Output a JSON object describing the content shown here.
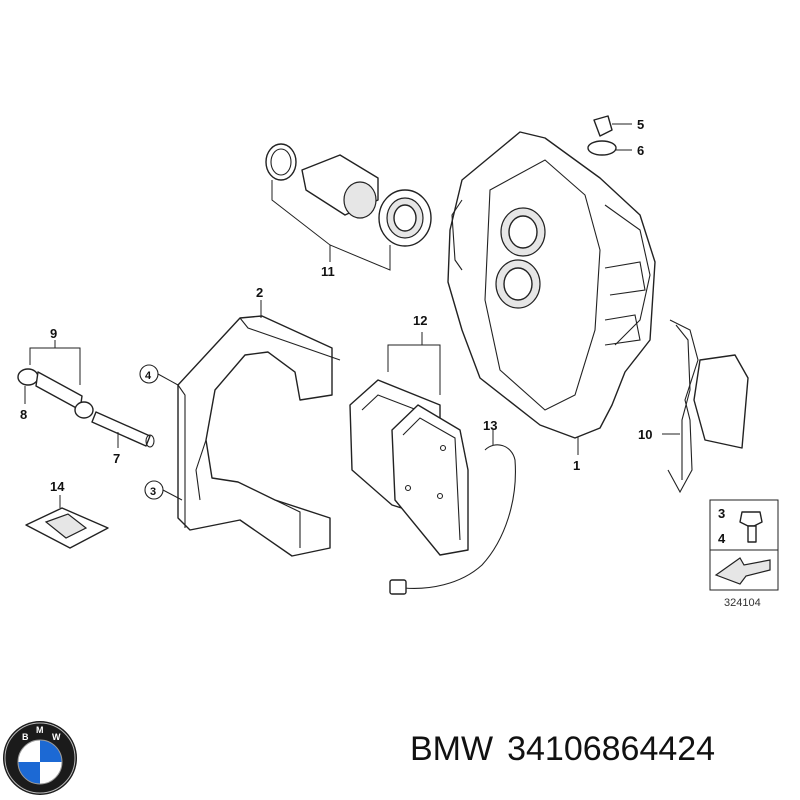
{
  "callouts": {
    "c1": "1",
    "c2": "2",
    "c3": "3",
    "c4": "4",
    "c5": "5",
    "c6": "6",
    "c7": "7",
    "c8": "8",
    "c9": "9",
    "c10": "10",
    "c11": "11",
    "c12": "12",
    "c13": "13",
    "c14": "14"
  },
  "legend": {
    "top": "3",
    "bottom": "4"
  },
  "diagram_id": "324104",
  "caption": {
    "brand": "BMW",
    "part_number": "34106864424"
  },
  "colors": {
    "line": "#222222",
    "shade": "#e6e6e6",
    "bmw_blue": "#1c69d4"
  }
}
